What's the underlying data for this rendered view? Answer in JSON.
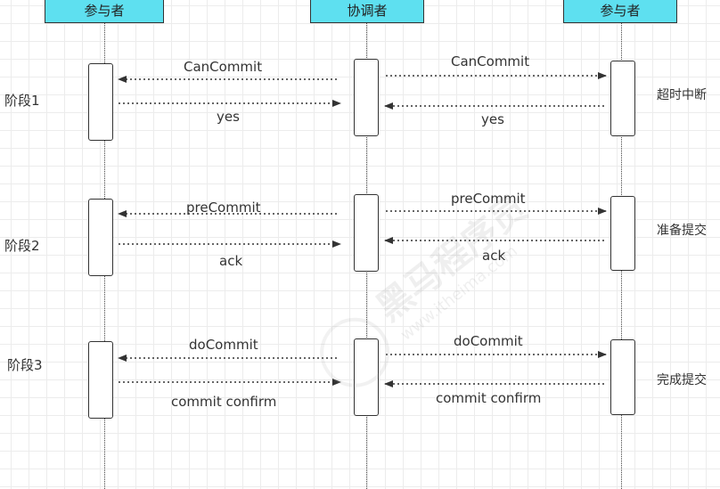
{
  "actors": [
    "参与者",
    "协调者",
    "参与者"
  ],
  "phases": [
    "阶段1",
    "阶段2",
    "阶段3"
  ],
  "messages": {
    "p1_left_req": "CanCommit",
    "p1_left_resp": "yes",
    "p1_right_req": "CanCommit",
    "p1_right_resp": "yes",
    "p2_left_req": "preCommit",
    "p2_left_resp": "ack",
    "p2_right_req": "preCommit",
    "p2_right_resp": "ack",
    "p3_left_req": "doCommit",
    "p3_left_resp": "commit confirm",
    "p3_right_req": "doCommit",
    "p3_right_resp": "commit confirm"
  },
  "notes": [
    "超时中断",
    "准备提交",
    "完成提交"
  ],
  "watermark": {
    "text": "黑马程序员",
    "url": "www.itheima.com"
  },
  "colors": {
    "actor_fill": "#5ee0f0",
    "line": "#333333"
  }
}
